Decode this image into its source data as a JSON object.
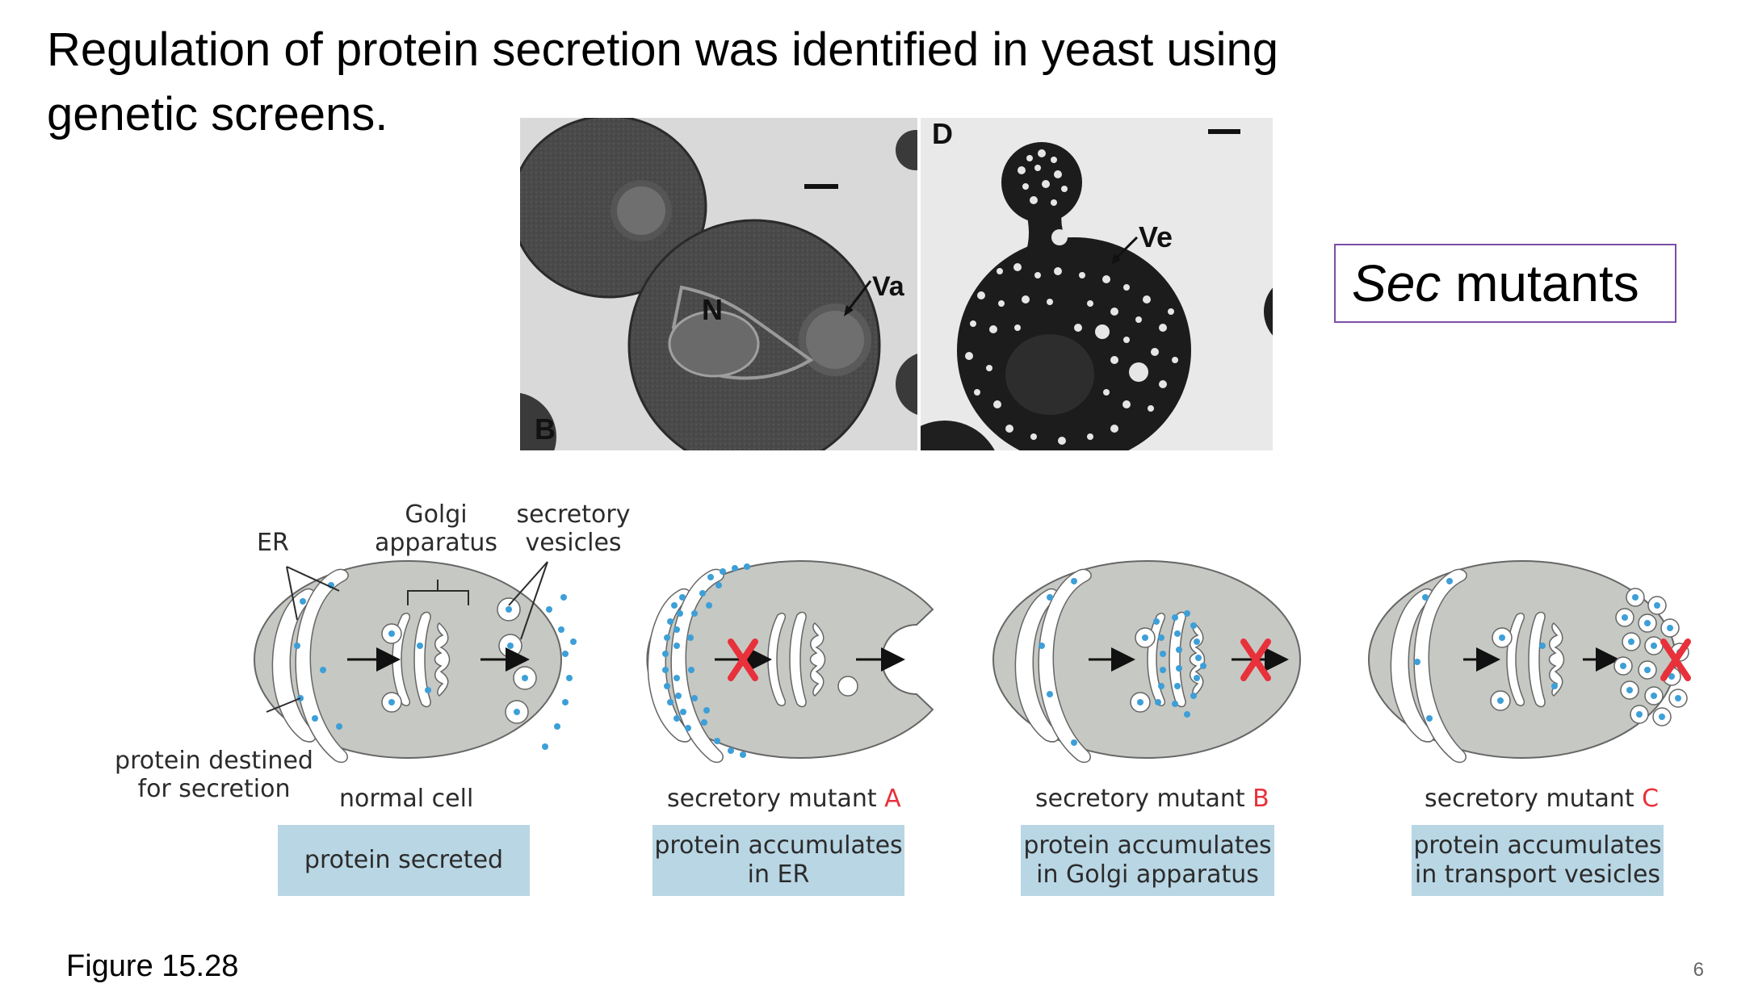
{
  "title": {
    "line1": "Regulation of protein secretion was identified in yeast using",
    "line2": "genetic screens."
  },
  "micrographs": {
    "left": {
      "panel_letter": "B",
      "labels": {
        "nucleus": "N",
        "vacuole": "Va"
      }
    },
    "right": {
      "panel_letter": "D",
      "labels": {
        "vesicles": "Ve"
      }
    }
  },
  "sec_box": {
    "italic": "Sec",
    "rest": " mutants"
  },
  "diagram": {
    "labels": {
      "er": "ER",
      "golgi_line1": "Golgi",
      "golgi_line2": "apparatus",
      "vesicles_line1": "secretory",
      "vesicles_line2": "vesicles",
      "protein_line1": "protein destined",
      "protein_line2": "for secretion"
    },
    "cells": [
      {
        "name": "normal cell",
        "letter": "",
        "result_line1": "protein secreted",
        "result_line2": ""
      },
      {
        "name": "secretory mutant ",
        "letter": "A",
        "result_line1": "protein accumulates",
        "result_line2": "in ER"
      },
      {
        "name": "secretory mutant ",
        "letter": "B",
        "result_line1": "protein accumulates",
        "result_line2": "in Golgi apparatus"
      },
      {
        "name": "secretory mutant ",
        "letter": "C",
        "result_line1": "protein accumulates",
        "result_line2": "in transport vesicles"
      }
    ],
    "colors": {
      "cell_fill": "#c6c8c3",
      "dot": "#3d9fd8",
      "block_x": "#e8313a",
      "result_bg": "#b9d6e4"
    }
  },
  "figure_caption": "Figure 15.28",
  "page_number": "6"
}
